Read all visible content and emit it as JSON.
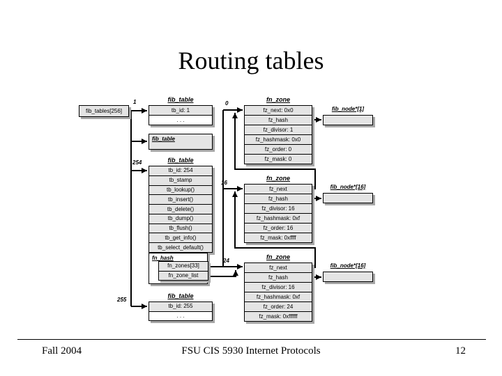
{
  "slide": {
    "title": "Routing tables",
    "footer": {
      "left": "Fall 2004",
      "center": "FSU CIS 5930 Internet Protocols",
      "page": "12"
    }
  },
  "diagram": {
    "root": {
      "label": "fib_tables[256]"
    },
    "labels": {
      "idx1": "1",
      "idx254": "254",
      "idx255": "255",
      "zone0": "0",
      "zone16": "16",
      "zone24": "24"
    },
    "fib_table_1": {
      "title": "fib_table",
      "rows": [
        "tb_id: 1",
        ". . ."
      ]
    },
    "fib_table_generic": {
      "title": "fib_table"
    },
    "fib_table_254": {
      "title": "fib_table",
      "rows": [
        "tb_id: 254",
        "tb_stamp",
        "tb_lookup()",
        "tb_insert()",
        "tb_delete()",
        "tb_dump()",
        "tb_flush()",
        "tb_get_info()",
        "tb_select_default()"
      ],
      "fn_hash": {
        "title": "fn_hash",
        "rows": [
          "fn_zones[33]",
          "fn_zone_list"
        ]
      }
    },
    "fib_table_255": {
      "title": "fib_table",
      "rows": [
        "tb_id: 255",
        ". . ."
      ]
    },
    "fn_zone_0": {
      "title": "fn_zone",
      "rows": [
        "fz_next: 0x0",
        "fz_hash",
        "fz_divisor: 1",
        "fz_hashmask: 0x0",
        "fz_order: 0",
        "fz_mask: 0"
      ]
    },
    "fn_zone_16": {
      "title": "fn_zone",
      "rows": [
        "fz_next",
        "fz_hash",
        "fz_divisor: 16",
        "fz_hashmask: 0xf",
        "fz_order: 16",
        "fz_mask: 0xffff"
      ]
    },
    "fn_zone_24": {
      "title": "fn_zone",
      "rows": [
        "fz_next",
        "fz_hash",
        "fz_divisor: 16",
        "fz_hashmask: 0xf",
        "fz_order: 24",
        "fz_mask: 0xffffff"
      ]
    },
    "fib_node_0": {
      "title": "fib_node*[1]"
    },
    "fib_node_16": {
      "title": "fib_node*[16]"
    },
    "fib_node_24": {
      "title": "fib_node*[16]"
    },
    "colors": {
      "background": "#ffffff",
      "box_fill": "#e4e4e4",
      "box_border": "#000000",
      "shadow": "#a6a6a6",
      "line": "#000000"
    }
  }
}
